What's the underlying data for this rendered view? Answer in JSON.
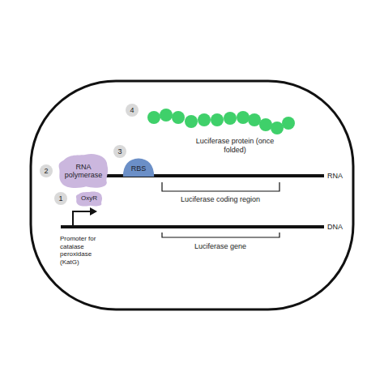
{
  "diagram": {
    "nodes": [
      {
        "text": [
          "RBS"
        ]
      },
      {
        "text": [
          "RNA polymerase"
        ]
      },
      {
        "text": [
          "OxyR"
        ]
      }
    ],
    "labels": [
      "1",
      "2",
      "3",
      "4",
      "DNA",
      "RNA",
      "Promoter for catalase peroxidase (KatG)",
      "Luciferase coding region",
      "Luciferase gene",
      "Luciferase protein (once folded)"
    ]
  }
}
